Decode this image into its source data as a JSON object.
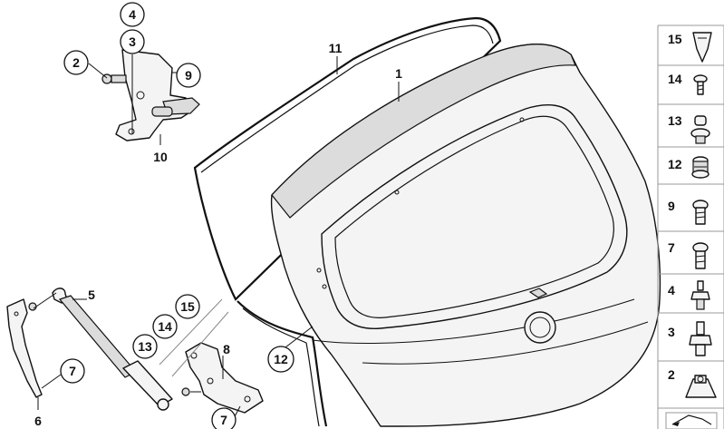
{
  "callouts": {
    "c4": "4",
    "c3": "3",
    "c2": "2",
    "c9": "9",
    "c10": "10",
    "c11": "11",
    "c1": "1",
    "c5": "5",
    "c6": "6",
    "c7a": "7",
    "c15": "15",
    "c14": "14",
    "c13": "13",
    "c8": "8",
    "c7b": "7",
    "c12": "12"
  },
  "parts_panel": [
    {
      "label": "15",
      "icon": "clip-icon"
    },
    {
      "label": "14",
      "icon": "screw-icon"
    },
    {
      "label": "13",
      "icon": "plug-icon"
    },
    {
      "label": "12",
      "icon": "grommet-icon"
    },
    {
      "label": "9",
      "icon": "bolt-icon"
    },
    {
      "label": "7",
      "icon": "bolt-icon"
    },
    {
      "label": "4",
      "icon": "stud-bolt-icon"
    },
    {
      "label": "3",
      "icon": "collar-bolt-icon"
    },
    {
      "label": "2",
      "icon": "nut-icon"
    }
  ]
}
